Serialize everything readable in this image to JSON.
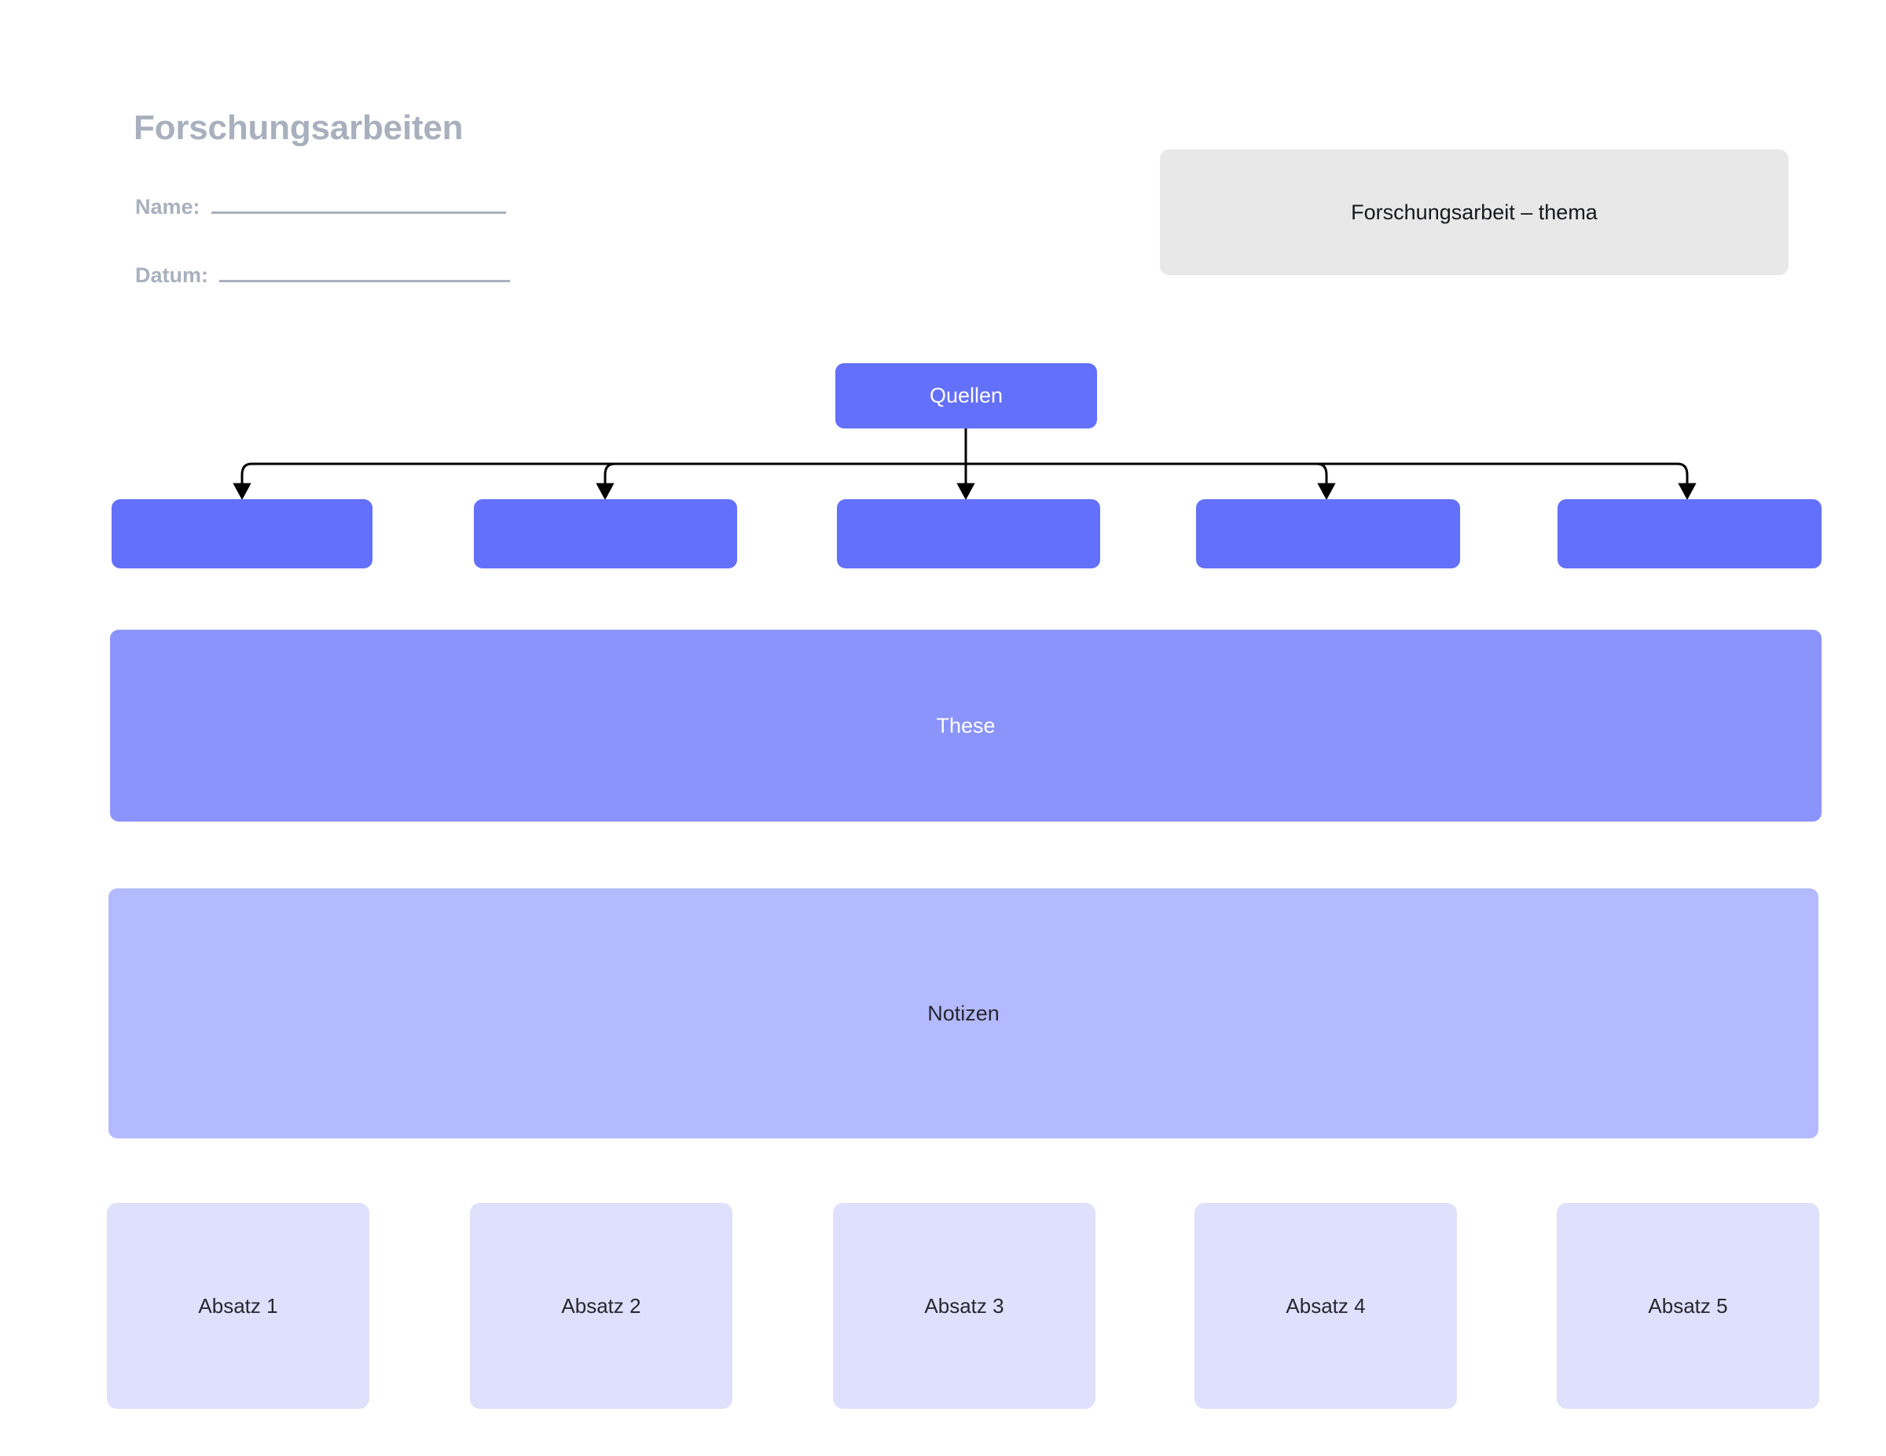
{
  "worksheet": {
    "title": "Forschungsarbeiten",
    "fields": [
      {
        "label": "Name:",
        "value": ""
      },
      {
        "label": "Datum:",
        "value": ""
      }
    ],
    "topic_chip": "Forschungsarbeit – thema"
  },
  "diagram": {
    "root": {
      "label": "Quellen"
    },
    "sources": [
      {
        "label": ""
      },
      {
        "label": ""
      },
      {
        "label": ""
      },
      {
        "label": ""
      },
      {
        "label": ""
      }
    ],
    "thesis": {
      "label": "These"
    },
    "notes": {
      "label": "Notizen"
    },
    "paragraphs": [
      {
        "label": "Absatz 1"
      },
      {
        "label": "Absatz 2"
      },
      {
        "label": "Absatz 3"
      },
      {
        "label": "Absatz 4"
      },
      {
        "label": "Absatz 5"
      }
    ]
  },
  "colors": {
    "title_grey": "#a9b0bd",
    "chip_grey": "#e8e8e8",
    "node_blue": "#6370fa",
    "thesis_blue": "#8b94fa",
    "notes_blue": "#b4baff",
    "paragraph_blue": "#dfe0fb",
    "connector": "#000000",
    "page_background": "#ffffff"
  }
}
